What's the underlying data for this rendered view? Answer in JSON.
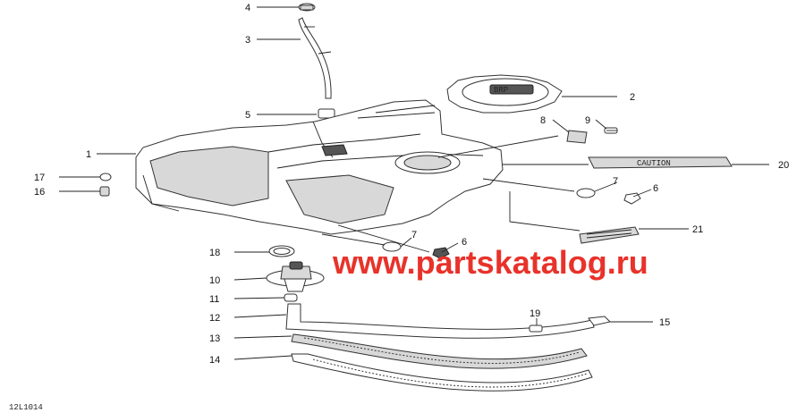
{
  "drawing_code": "12L1014",
  "watermark": "www.partskatalog.ru",
  "callouts": [
    {
      "id": "c4",
      "text": "4"
    },
    {
      "id": "c3",
      "text": "3"
    },
    {
      "id": "c2",
      "text": "2"
    },
    {
      "id": "c5",
      "text": "5"
    },
    {
      "id": "c8",
      "text": "8"
    },
    {
      "id": "c9",
      "text": "9"
    },
    {
      "id": "c1",
      "text": "1"
    },
    {
      "id": "c17",
      "text": "17"
    },
    {
      "id": "c16",
      "text": "16"
    },
    {
      "id": "c20",
      "text": "20"
    },
    {
      "id": "c7a",
      "text": "7"
    },
    {
      "id": "c6a",
      "text": "6"
    },
    {
      "id": "c21",
      "text": "21"
    },
    {
      "id": "c7b",
      "text": "7"
    },
    {
      "id": "c6b",
      "text": "6"
    },
    {
      "id": "c18",
      "text": "18"
    },
    {
      "id": "c10",
      "text": "10"
    },
    {
      "id": "c11",
      "text": "11"
    },
    {
      "id": "c12",
      "text": "12"
    },
    {
      "id": "c13",
      "text": "13"
    },
    {
      "id": "c14",
      "text": "14"
    },
    {
      "id": "c19",
      "text": "19"
    },
    {
      "id": "c15",
      "text": "15"
    }
  ]
}
